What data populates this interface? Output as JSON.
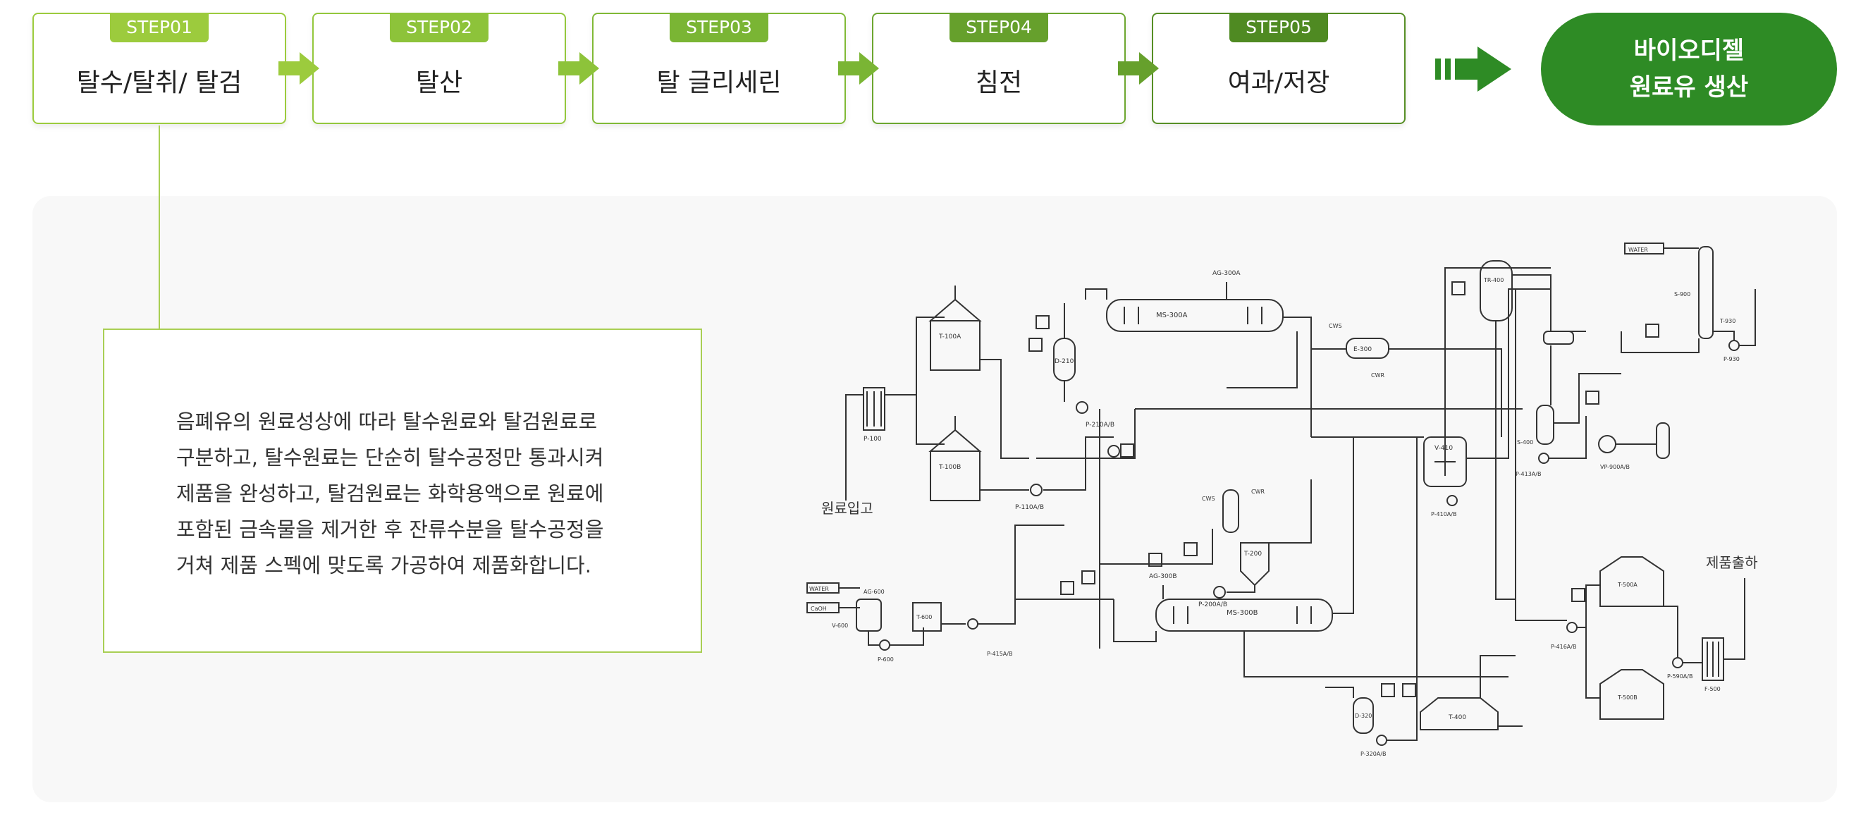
{
  "steps": [
    {
      "badge": "STEP01",
      "title": "탈수/탈취/ 탈검",
      "color": "#9ccb3d"
    },
    {
      "badge": "STEP02",
      "title": "탈산",
      "color": "#8dc33a"
    },
    {
      "badge": "STEP03",
      "title": "탈 글리세린",
      "color": "#7ab534"
    },
    {
      "badge": "STEP04",
      "title": "침전",
      "color": "#66a02c"
    },
    {
      "badge": "STEP05",
      "title": "여과/저장",
      "color": "#4f8a22"
    }
  ],
  "final": {
    "line1": "바이오디젤",
    "line2": "원료유 생산",
    "color": "#2e8b25"
  },
  "description": [
    "음폐유의 원료성상에 따라 탈수원료와 탈검원료로",
    "구분하고, 탈수원료는 단순히 탈수공정만 통과시켜",
    "제품을 완성하고, 탈검원료는 화학용액으로 원료에",
    "포함된 금속물을 제거한 후 잔류수분을 탈수공정을",
    "거쳐 제품 스펙에 맞도록 가공하여 제품화합니다."
  ],
  "diagram": {
    "label_inlet": "원료입고",
    "label_outlet": "제품출하",
    "labels": {
      "water1": "WATER",
      "water2": "WATER",
      "caoh": "CaOH",
      "ag600": "AG-600",
      "v600": "V-600",
      "p600": "P-600",
      "t600": "T-600",
      "p415": "P-415A/B",
      "t100a": "T-100A",
      "t100b": "T-100B",
      "p100": "P-100",
      "p110": "P-110A/B",
      "d210": "D-210",
      "p210": "P-210A/B",
      "ms300a": "MS-300A",
      "ag300a": "AG-300A",
      "ag300b": "AG-300B",
      "ms300b": "MS-300B",
      "t200": "T-200",
      "p200": "P-200A/B",
      "cw1": "CWS",
      "cw2": "CWR",
      "cw3": "CWS",
      "cw4": "CWR",
      "d320": "D-320",
      "p320": "P-320A/B",
      "t400": "T-400",
      "v410": "V-410",
      "p410": "P-410A/B",
      "e300": "E-300",
      "tr400": "TR-400",
      "s400": "S-400",
      "p413": "P-413A/B",
      "vp900": "VP-900A/B",
      "s900": "S-900",
      "t930": "T-930",
      "p930": "P-930",
      "t500a": "T-500A",
      "t500b": "T-500B",
      "p416": "P-416A/B",
      "p590": "P-590A/B",
      "f500": "F-500"
    }
  }
}
